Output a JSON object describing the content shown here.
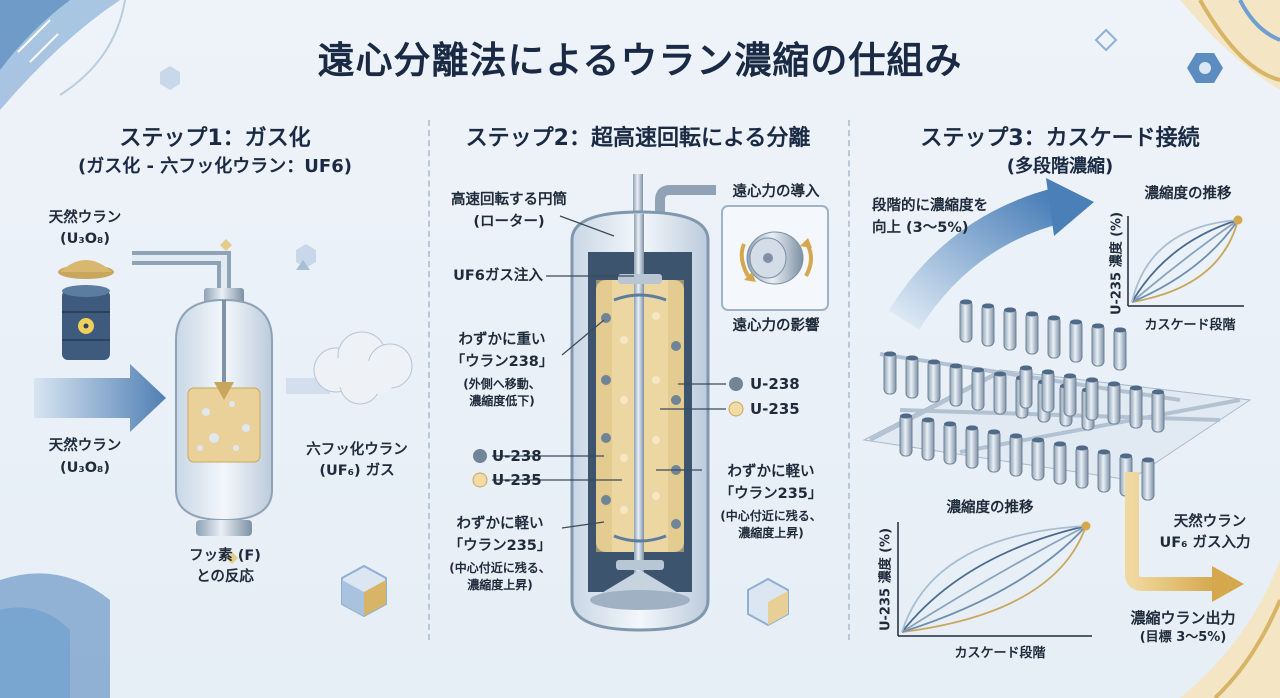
{
  "title": "遠心分離法によるウラン濃縮の仕組み",
  "step1": {
    "heading": "ステップ1：ガス化",
    "subheading": "(ガス化 - 六フッ化ウラン：UF6)",
    "natural_uranium_top": "天然ウラン",
    "natural_uranium_top_formula": "(U₃O₈)",
    "natural_uranium_left": "天然ウラン",
    "natural_uranium_left_formula": "(U₃O₈)",
    "fluorine_line1": "フッ素 (F)",
    "fluorine_line2": "との反応",
    "uf6_gas_line1": "六フッ化ウラン",
    "uf6_gas_line2": "(UF₆) ガス"
  },
  "step2": {
    "heading": "ステップ2：超高速回転による分離",
    "rotor_line1": "高速回転する円筒",
    "rotor_line2": "(ローター)",
    "uf6_injection": "UF6ガス注入",
    "heavy_line1": "わずかに重い",
    "heavy_line2": "「ウラン238」",
    "heavy_line3": "(外側へ移動、",
    "heavy_line4": "濃縮度低下)",
    "light_left_line1": "わずかに軽い",
    "light_left_line2": "「ウラン235」",
    "light_left_line3": "(中心付近に残る、",
    "light_left_line4": "濃縮度上昇)",
    "light_right_line1": "わずかに軽い",
    "light_right_line2": "「ウラン235」",
    "light_right_line3": "(中心付近に残る、",
    "light_right_line4": "濃縮度上昇)",
    "legend_u238": "U-238",
    "legend_u235": "U-235",
    "centrifugal_intro": "遠心力の導入",
    "centrifugal_effect": "遠心力の影響",
    "colors": {
      "u238": "#6f8496",
      "u235": "#f1dca6",
      "fill": "#ecd6a1"
    }
  },
  "step3": {
    "heading": "ステップ3：カスケード接続",
    "subheading": "(多段階濃縮)",
    "improve_line1": "段階的に濃縮度を",
    "improve_line2": "向上 (3〜5%)",
    "chart_top_title": "濃縮度の推移",
    "chart_top_ylabel": "U-235 濃度 (%)",
    "chart_top_xlabel": "カスケード段階",
    "chart_bottom_title": "濃縮度の推移",
    "chart_bottom_ylabel": "U-235 濃度 (%)",
    "chart_bottom_xlabel": "カスケード段階",
    "input_line1": "天然ウラン",
    "input_line2": "UF₆ ガス入力",
    "output_line1": "濃縮ウラン出力",
    "output_line2": "(目標 3〜5%)"
  }
}
